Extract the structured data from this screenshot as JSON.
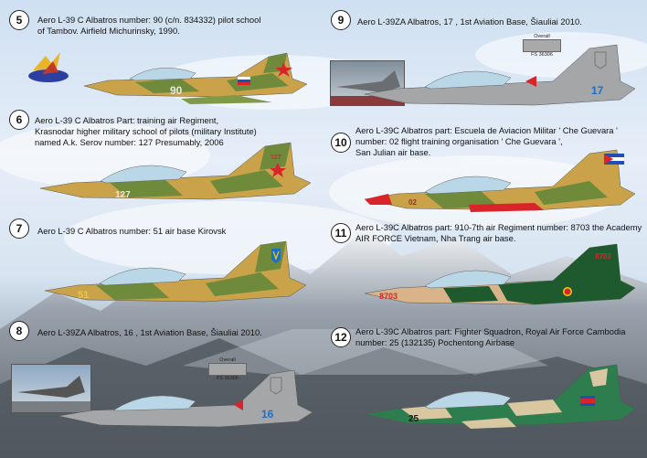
{
  "entries": [
    {
      "num": "5",
      "caption": [
        "Aero L-39 C Albatros  number: 90 (c/n. 834332) pilot school",
        "of Tambov. Airfield Michurinsky, 1990."
      ],
      "side": "90"
    },
    {
      "num": "6",
      "caption": [
        "Aero L-39 C Albatros Part: training air Regiment,",
        "Krasnodar higher military school of pilots (military Institute)",
        "named A.k. Serov number: 127 Presumably, 2006"
      ],
      "side": "127",
      "tail": "127"
    },
    {
      "num": "7",
      "caption": [
        "Aero L-39 C Albatros number: 51 air base Kirovsk"
      ],
      "side": "51"
    },
    {
      "num": "8",
      "caption": [
        "Aero L-39ZA Albatros, 16 , 1st Aviation Base, Šiauliai 2010."
      ],
      "side": "16",
      "overall_label": "Overall",
      "fs": "FS 36306"
    },
    {
      "num": "9",
      "caption": [
        "Aero L-39ZA Albatros, 17 , 1st Aviation Base, Šiauliai 2010."
      ],
      "side": "17",
      "overall_label": "Overall",
      "fs": "FS 36306"
    },
    {
      "num": "10",
      "caption": [
        "Aero L-39C Albatros part: Escuela de Aviacion Militar ' Che Guevara '",
        "number: 02 flight training organisation ' Che Guevara ',",
        "San Julian air base."
      ],
      "side": "02"
    },
    {
      "num": "11",
      "caption": [
        "Aero L-39C Albatros part: 910-7th air Regiment number: 8703 the Academy",
        " AIR FORCE Vietnam, Nha Trang air base."
      ],
      "side": "8703",
      "tail": "8703"
    },
    {
      "num": "12",
      "caption": [
        "Aero L-39C Albatros part: Fighter Squadron, Royal Air Force Cambodia",
        "number: 25 (132135) Pochentong Airbase"
      ],
      "side": "25"
    }
  ],
  "colors": {
    "tan": "#c9a24a",
    "green": "#6f8a3a",
    "darkgreen": "#1f5a2e",
    "grey": "#a4a6a8",
    "sand": "#d9b48a",
    "cambodia_green": "#2e7d4f",
    "cambodia_sand": "#d8c7a0",
    "red": "#d9252a",
    "blue": "#1d6fc4"
  }
}
